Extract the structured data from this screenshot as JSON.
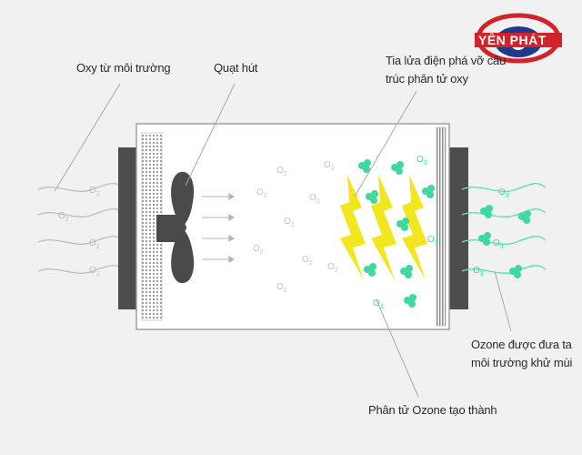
{
  "brand": {
    "logo_text": "YÊN PHÁT",
    "ring_color": "#d2232a",
    "eye_color": "#1f3a8a"
  },
  "labels": {
    "oxygen_in": "Oxy từ môi trường",
    "fan": "Quạt hút",
    "spark_line1": "Tia lửa điện phá vỡ cấu",
    "spark_line2": "trúc phân tử oxy",
    "ozone_out_line1": "Ozone được đưa ta",
    "ozone_out_line2": "môi trường khử mùi",
    "ozone_formed": "Phân tử Ozone tạo thành"
  },
  "molecules": {
    "oxygen_symbol": "O",
    "oxygen_subscript": "2",
    "ozone_subscript": "3"
  },
  "colors": {
    "background": "#f1f1f1",
    "chamber_fill": "#ffffff",
    "chamber_stroke": "#9a9a9a",
    "end_caps": "#4d4d4d",
    "fan": "#4a4a4a",
    "oxygen_lines": "#bdbdbd",
    "ozone_lines": "#5fe3ae",
    "ozone_molecules": "#3fd9a0",
    "spark": "#f2e61f",
    "leader_lines": "#a8a8a8"
  },
  "icons": {
    "fan": "fan-icon",
    "spark": "lightning-bolt-icon",
    "logo": "eye-logo-icon"
  }
}
